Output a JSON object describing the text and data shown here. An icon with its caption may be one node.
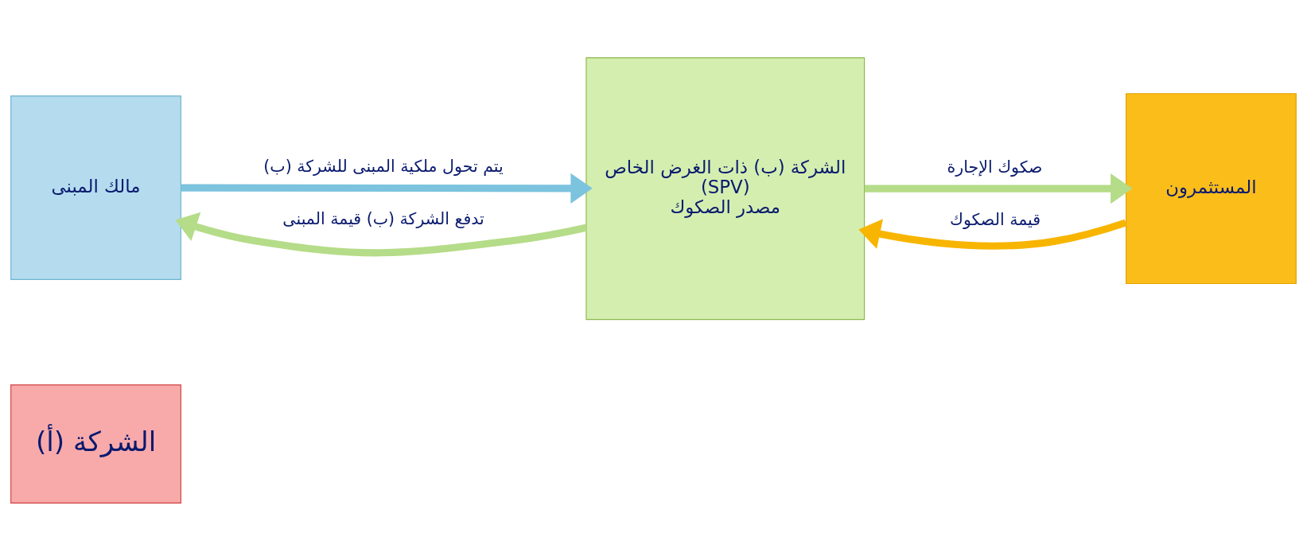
{
  "diagram": {
    "nodes": [
      {
        "text": [
          "مالك المبنى"
        ]
      },
      {
        "text": [
          "الشركة (ب) ذات الغرض الخاص",
          "(SPV)",
          "مصدر الصكوك"
        ]
      },
      {
        "text": [
          "المستثمرون"
        ]
      },
      {
        "text": [
          "الشركة (أ)"
        ]
      }
    ],
    "edges": [
      {
        "from": 0,
        "to": 1,
        "arrow": "to",
        "label": "يتم تحول ملكية المبنى للشركة (ب)",
        "color": "#7cc3de"
      },
      {
        "from": 1,
        "to": 0,
        "arrow": "to",
        "label": "تدفع الشركة (ب) قيمة المبنى"
      },
      {
        "from": 1,
        "to": 2,
        "arrow": "to",
        "label": "صكوك الإجارة"
      },
      {
        "from": 2,
        "to": 1,
        "arrow": "to",
        "label": "قيمة الصكوك",
        "color": "#f7b500"
      }
    ]
  }
}
